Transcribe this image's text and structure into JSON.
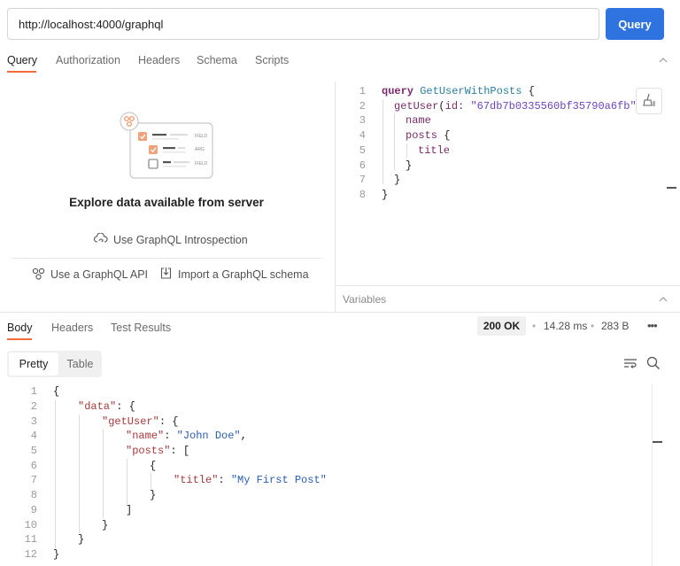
{
  "url_bar": {
    "value": "http://localhost:4000/graphql",
    "send_label": "Query"
  },
  "request_tabs": [
    {
      "label": "Query",
      "active": true
    },
    {
      "label": "Authorization",
      "active": false
    },
    {
      "label": "Headers",
      "active": false
    },
    {
      "label": "Schema",
      "active": false
    },
    {
      "label": "Scripts",
      "active": false
    }
  ],
  "explorer": {
    "illustration_labels": [
      "FIELD",
      "ARG",
      "FIELD"
    ],
    "title": "Explore data available from server",
    "introspection_label": "Use GraphQL Introspection",
    "api_label": "Use a GraphQL API",
    "import_label": "Import a GraphQL schema"
  },
  "query_editor": {
    "line_numbers": [
      "1",
      "2",
      "3",
      "4",
      "5",
      "6",
      "7",
      "8"
    ],
    "lines": {
      "l1_keyword": "query",
      "l1_name": "GetUserWithPosts",
      "l1_brace": "{",
      "l2_field": "getUser",
      "l2_open": "(",
      "l2_arg": "id:",
      "l2_value": "\"67db7b0335560bf35790a6fb\"",
      "l2_close": ")",
      "l2_brace": "{",
      "l3_field": "name",
      "l4_field": "posts",
      "l4_brace": "{",
      "l5_field": "title",
      "l6_brace": "}",
      "l7_brace": "}",
      "l8_brace": "}"
    }
  },
  "variables": {
    "label": "Variables"
  },
  "response_tabs": [
    {
      "label": "Body",
      "active": true
    },
    {
      "label": "Headers",
      "active": false
    },
    {
      "label": "Test Results",
      "active": false
    }
  ],
  "status": {
    "code": "200 OK",
    "time": "14.28 ms",
    "size": "283 B",
    "separator": "•",
    "more": "•••"
  },
  "view_modes": {
    "pretty": "Pretty",
    "table": "Table"
  },
  "response_body": {
    "line_numbers": [
      "1",
      "2",
      "3",
      "4",
      "5",
      "6",
      "7",
      "8",
      "9",
      "10",
      "11",
      "12"
    ],
    "l1": "{",
    "l2_key": "\"data\"",
    "l2_rest": ": {",
    "l3_key": "\"getUser\"",
    "l3_rest": ": {",
    "l4_key": "\"name\"",
    "l4_colon": ": ",
    "l4_value": "\"John Doe\"",
    "l4_comma": ",",
    "l5_key": "\"posts\"",
    "l5_rest": ": [",
    "l6": "{",
    "l7_key": "\"title\"",
    "l7_colon": ": ",
    "l7_value": "\"My First Post\"",
    "l8": "}",
    "l9": "]",
    "l10": "}",
    "l11": "}",
    "l12": "}"
  },
  "colors": {
    "accent": "#f26b3a",
    "primary_button": "#2f73e0"
  }
}
